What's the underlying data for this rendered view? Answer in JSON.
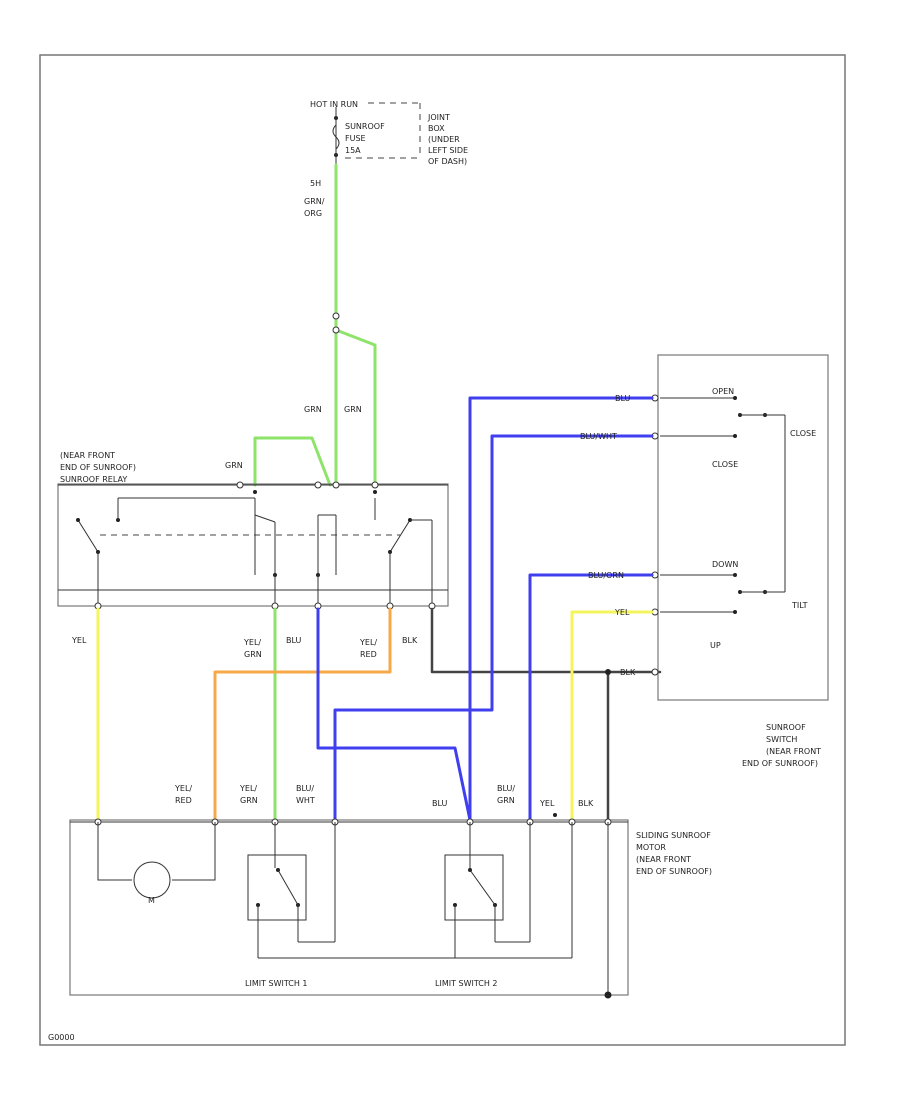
{
  "colors": {
    "green": "#8ee36a",
    "blue": "#3f3ff0",
    "yellow": "#f4f45c",
    "orange": "#f7a94a",
    "gray": "#444444",
    "frame": "#666666"
  },
  "fuse": {
    "hot_label": "HOT IN RUN",
    "fuse_label": "SUNROOF",
    "fuse_label2": "FUSE",
    "fuse_label3": "15A",
    "joint_box_lines": [
      "JOINT",
      "BOX",
      "(UNDER",
      "LEFT SIDE",
      "OF DASH)"
    ],
    "circuit_id": "5H",
    "wire_label_1": "GRN/",
    "wire_label_2": "ORG"
  },
  "relay": {
    "label_lines": [
      "(NEAR FRONT",
      "END OF SUNROOF)",
      "SUNROOF RELAY"
    ],
    "top_wire_left": "GRN",
    "top_wire_mid": "GRN",
    "top_wire_right": "GRN"
  },
  "switch": {
    "label_lines": [
      "SUNROOF",
      "SWITCH",
      "(NEAR FRONT",
      "END OF SUNROOF)"
    ],
    "open": "OPEN",
    "close_pos": "CLOSE",
    "close_right": "CLOSE",
    "down": "DOWN",
    "up": "UP",
    "tilt": "TILT",
    "wire_1": "BLU",
    "wire_2": "BLU/WHT",
    "wire_3": "BLU/ORN",
    "wire_4": "YEL",
    "wire_5": "BLK"
  },
  "relay_outputs": {
    "w1": "YEL",
    "w2a": "YEL/",
    "w2b": "GRN",
    "w3": "BLU",
    "w4a": "YEL/",
    "w4b": "RED",
    "w5": "BLK"
  },
  "motor": {
    "label_lines": [
      "SLIDING SUNROOF",
      "MOTOR",
      "(NEAR FRONT",
      "END OF SUNROOF)"
    ],
    "in1a": "YEL/",
    "in1b": "RED",
    "in2a": "YEL/",
    "in2b": "GRN",
    "in3a": "BLU/",
    "in3b": "WHT",
    "in4": "BLU",
    "in5a": "BLU/",
    "in5b": "GRN",
    "in6": "YEL",
    "in7": "BLK",
    "motor_symbol": "M",
    "limit1": "LIMIT SWITCH 1",
    "limit2": "LIMIT SWITCH 2"
  },
  "footer": {
    "code": "G0000"
  }
}
